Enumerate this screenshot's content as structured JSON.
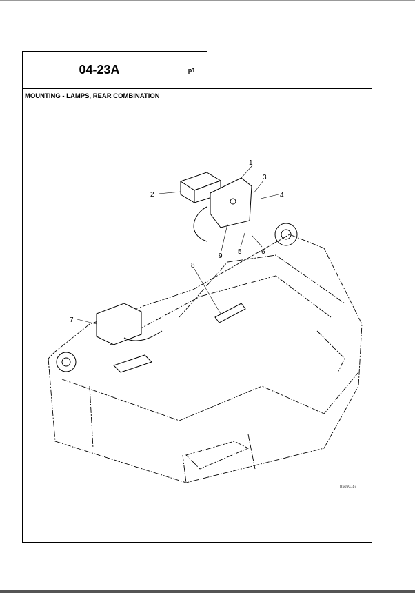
{
  "header": {
    "code": "04-23A",
    "page": "p1"
  },
  "title": "MOUNTING - LAMPS, REAR COMBINATION",
  "drawing": {
    "callouts": [
      "1",
      "2",
      "3",
      "4",
      "5",
      "6",
      "7",
      "8",
      "9"
    ],
    "reference": "BS05C187"
  }
}
